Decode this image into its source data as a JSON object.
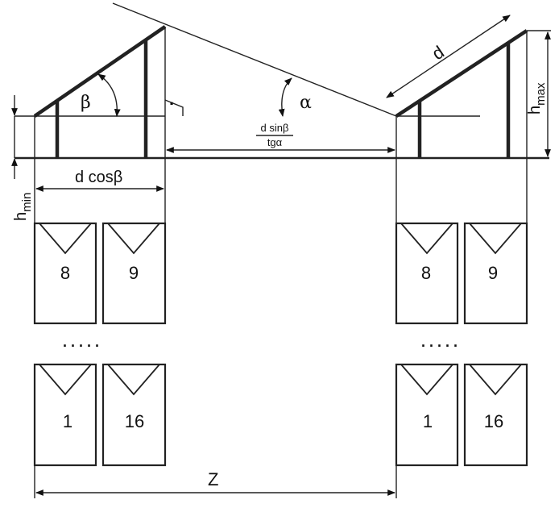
{
  "labels": {
    "beta": "β",
    "alpha": "α",
    "d": "d",
    "h_max_main": "h",
    "h_max_sub": "max",
    "h_min_main": "h",
    "h_min_sub": "min",
    "d_cos_beta": "d cosβ",
    "fraction_numerator": "d sinβ",
    "fraction_denominator": "tgα",
    "right_angle_dot": "·",
    "z": "Z"
  },
  "panels": {
    "top_left": [
      "8",
      "9"
    ],
    "bottom_left": [
      "1",
      "16"
    ],
    "top_right": [
      "8",
      "9"
    ],
    "bottom_right": [
      "1",
      "16"
    ]
  },
  "ellipsis": ". . . . ."
}
